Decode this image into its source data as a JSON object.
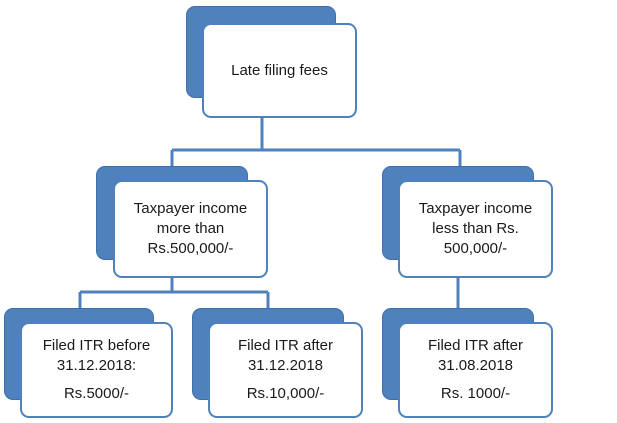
{
  "diagram": {
    "colors": {
      "accent": "#4f81bd",
      "box_fill": "#ffffff",
      "text": "#1a1a1a"
    },
    "root": {
      "label": "Late filing fees"
    },
    "income_above": {
      "lines": [
        "Taxpayer income",
        "more than",
        "Rs.500,000/-"
      ]
    },
    "income_below": {
      "lines": [
        "Taxpayer income",
        "less than Rs.",
        "500,000/-"
      ]
    },
    "before_deadline": {
      "lines": [
        "Filed ITR before",
        "31.12.2018:",
        "Rs.5000/-"
      ]
    },
    "after_deadline": {
      "lines": [
        "Filed ITR after",
        "31.12.2018",
        "Rs.10,000/-"
      ]
    },
    "low_income_after": {
      "lines": [
        "Filed ITR after",
        "31.08.2018",
        "Rs. 1000/-"
      ]
    }
  }
}
